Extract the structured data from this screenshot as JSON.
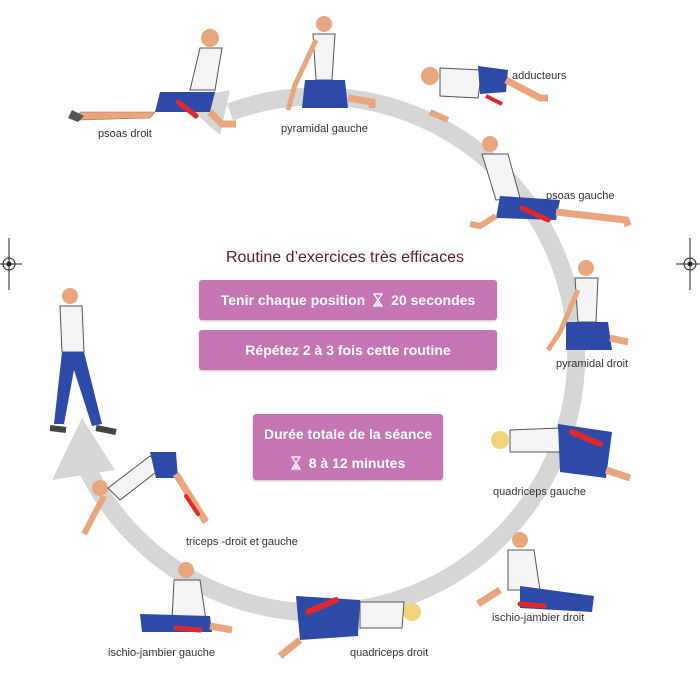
{
  "title": "Routine d’exercices très efficaces",
  "boxes": {
    "hold_prefix": "Tenir chaque position",
    "hold_value": "20 secondes",
    "repeat": "Répétez 2 à 3 fois cette routine",
    "duration_label": "Durée totale de la séance",
    "duration_value": "8 à 12 minutes"
  },
  "exercises": [
    {
      "label": "psoas droit",
      "icon": "kneeling-lunge-figure"
    },
    {
      "label": "pyramidal gauche",
      "icon": "seated-twist-figure"
    },
    {
      "label": "adducteurs",
      "icon": "side-lunge-figure"
    },
    {
      "label": "psoas gauche",
      "icon": "kneeling-lunge-figure"
    },
    {
      "label": "pyramidal droit",
      "icon": "seated-twist-figure"
    },
    {
      "label": "quadriceps gauche",
      "icon": "side-lying-quad-figure"
    },
    {
      "label": "ischio-jambier droit",
      "icon": "seated-hamstring-figure"
    },
    {
      "label": "quadriceps droit",
      "icon": "side-lying-quad-figure"
    },
    {
      "label": "ischio-jambier gauche",
      "icon": "seated-hamstring-figure"
    },
    {
      "label": "triceps -droit et gauche",
      "icon": "downward-dog-figure"
    }
  ],
  "start_icon": "standing-figure",
  "colors": {
    "accent_box": "#c574b4",
    "title_text": "#5a1f2e",
    "circle_arrow": "#d6d6d6",
    "muscle_highlight": "#e0282b",
    "shorts": "#2d4aa8",
    "skin": "#e9a67e"
  }
}
